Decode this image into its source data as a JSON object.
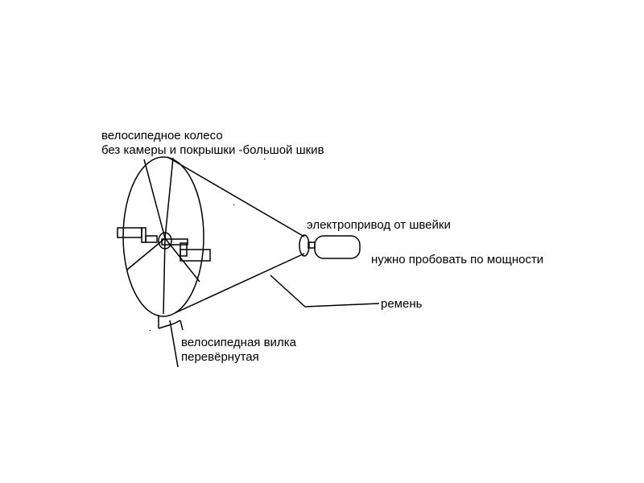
{
  "labels": {
    "wheel_line1": "велосипедное колесо",
    "wheel_line2": "без камеры и покрышки -большой шкив",
    "motor": "электропривод от швейки",
    "power_note": "нужно пробовать по мощности",
    "belt": "ремень",
    "fork_line1": "велосипедная вилка",
    "fork_line2": "перевёрнутая"
  },
  "colors": {
    "stroke": "#000000",
    "background": "#ffffff"
  }
}
